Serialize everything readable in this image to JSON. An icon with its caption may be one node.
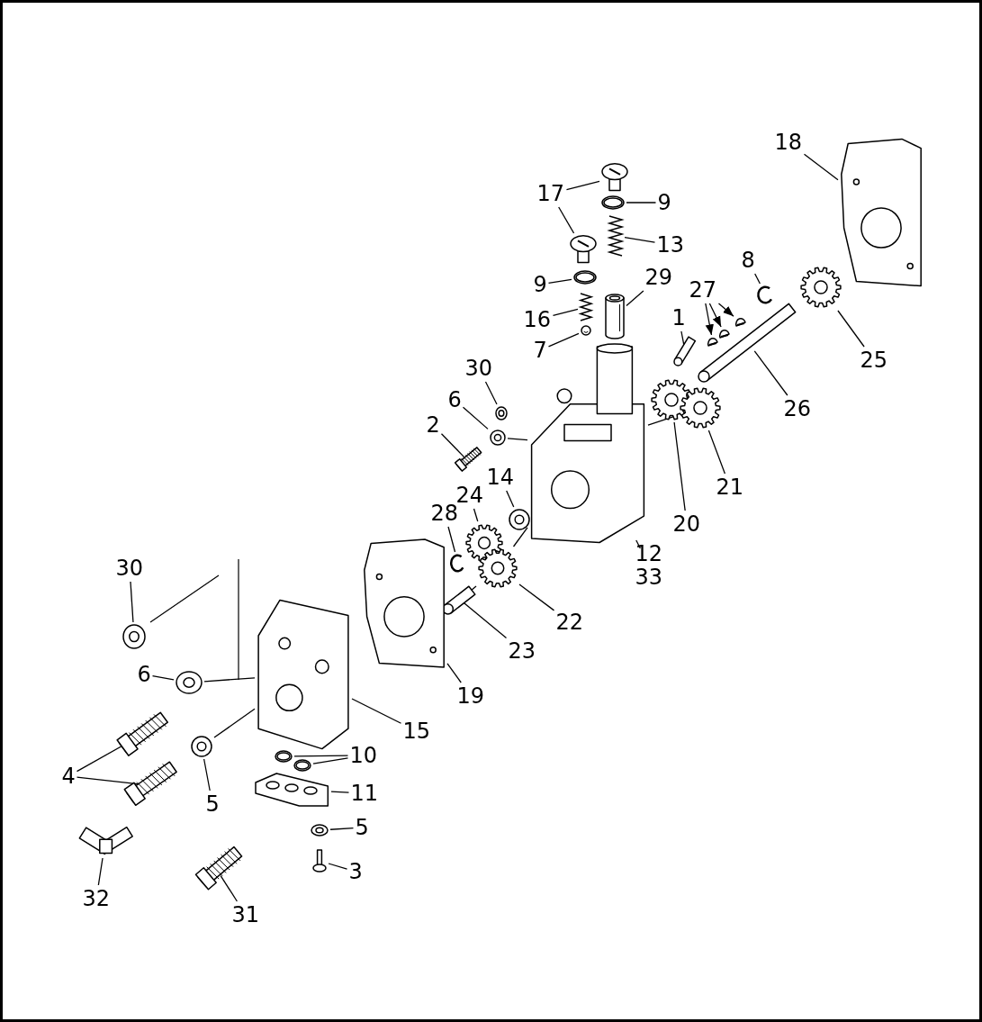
{
  "diagram": {
    "nodes": [
      {
        "text": [
          "18"
        ]
      },
      {
        "text": [],
        "shape": "picture"
      },
      {
        "text": [
          "17"
        ]
      },
      {
        "text": [],
        "shape": "picture"
      },
      {
        "text": [],
        "shape": "picture"
      },
      {
        "text": [
          "9"
        ]
      },
      {
        "text": [],
        "shape": "picture"
      },
      {
        "text": [
          "13"
        ]
      },
      {
        "text": [],
        "shape": "picture"
      },
      {
        "text": [
          "9"
        ]
      },
      {
        "text": [],
        "shape": "picture"
      },
      {
        "text": [
          "29"
        ]
      },
      {
        "text": [],
        "shape": "picture"
      },
      {
        "text": [
          "16"
        ]
      },
      {
        "text": [],
        "shape": "picture"
      },
      {
        "text": [
          "7"
        ]
      },
      {
        "text": [],
        "shape": "picture"
      },
      {
        "text": [
          "8"
        ]
      },
      {
        "text": [],
        "shape": "picture"
      },
      {
        "text": [
          "27"
        ]
      },
      {
        "text": [],
        "shape": "picture"
      },
      {
        "text": [],
        "shape": "picture"
      },
      {
        "text": [],
        "shape": "picture"
      },
      {
        "text": [
          "1"
        ]
      },
      {
        "text": [],
        "shape": "picture"
      },
      {
        "text": [
          "25"
        ]
      },
      {
        "text": [],
        "shape": "picture"
      },
      {
        "text": [
          "26"
        ]
      },
      {
        "text": [],
        "shape": "picture"
      },
      {
        "text": [
          "30"
        ]
      },
      {
        "text": [],
        "shape": "picture"
      },
      {
        "text": [
          "6"
        ]
      },
      {
        "text": [],
        "shape": "picture"
      },
      {
        "text": [
          "2"
        ]
      },
      {
        "text": [],
        "shape": "picture"
      },
      {
        "text": [
          "14"
        ]
      },
      {
        "text": [],
        "shape": "picture"
      },
      {
        "text": [
          "24"
        ]
      },
      {
        "text": [],
        "shape": "picture"
      },
      {
        "text": [
          "28"
        ]
      },
      {
        "text": [],
        "shape": "picture"
      },
      {
        "text": [
          "20"
        ]
      },
      {
        "text": [],
        "shape": "picture"
      },
      {
        "text": [
          "21"
        ]
      },
      {
        "text": [],
        "shape": "picture"
      },
      {
        "text": [
          "12",
          "33"
        ]
      },
      {
        "text": [],
        "shape": "picture"
      },
      {
        "text": [
          "22"
        ]
      },
      {
        "text": [],
        "shape": "picture"
      },
      {
        "text": [
          "23"
        ]
      },
      {
        "text": [],
        "shape": "picture"
      },
      {
        "text": [
          "19"
        ]
      },
      {
        "text": [],
        "shape": "picture"
      },
      {
        "text": [
          "30"
        ]
      },
      {
        "text": [],
        "shape": "picture"
      },
      {
        "text": [
          "6"
        ]
      },
      {
        "text": [],
        "shape": "picture"
      },
      {
        "text": [
          "15"
        ]
      },
      {
        "text": [],
        "shape": "picture"
      },
      {
        "text": [
          "10"
        ]
      },
      {
        "text": [],
        "shape": "picture"
      },
      {
        "text": [],
        "shape": "picture"
      },
      {
        "text": [
          "4"
        ]
      },
      {
        "text": [],
        "shape": "picture"
      },
      {
        "text": [],
        "shape": "picture"
      },
      {
        "text": [
          "5"
        ]
      },
      {
        "text": [],
        "shape": "picture"
      },
      {
        "text": [
          "11"
        ]
      },
      {
        "text": [],
        "shape": "picture"
      },
      {
        "text": [
          "5"
        ]
      },
      {
        "text": [],
        "shape": "picture"
      },
      {
        "text": [
          "3"
        ]
      },
      {
        "text": [],
        "shape": "picture"
      },
      {
        "text": [
          "32"
        ]
      },
      {
        "text": [],
        "shape": "picture"
      },
      {
        "text": [
          "31"
        ]
      },
      {
        "text": [],
        "shape": "picture"
      }
    ],
    "edges": [
      {
        "from": 0,
        "to": 1,
        "arrow": "none"
      },
      {
        "from": 2,
        "to": 3,
        "arrow": "none"
      },
      {
        "from": 2,
        "to": 4,
        "arrow": "none"
      },
      {
        "from": 5,
        "to": 6,
        "arrow": "none"
      },
      {
        "from": 7,
        "to": 8,
        "arrow": "none"
      },
      {
        "from": 9,
        "to": 10,
        "arrow": "none"
      },
      {
        "from": 11,
        "to": 12,
        "arrow": "none"
      },
      {
        "from": 13,
        "to": 14,
        "arrow": "none"
      },
      {
        "from": 15,
        "to": 16,
        "arrow": "none"
      },
      {
        "from": 17,
        "to": 18,
        "arrow": "none"
      },
      {
        "from": 19,
        "to": 20,
        "arrow": "to"
      },
      {
        "from": 19,
        "to": 21,
        "arrow": "to"
      },
      {
        "from": 19,
        "to": 22,
        "arrow": "to"
      },
      {
        "from": 23,
        "to": 24,
        "arrow": "none"
      },
      {
        "from": 25,
        "to": 26,
        "arrow": "none"
      },
      {
        "from": 27,
        "to": 28,
        "arrow": "none"
      },
      {
        "from": 29,
        "to": 30,
        "arrow": "none"
      },
      {
        "from": 31,
        "to": 32,
        "arrow": "none"
      },
      {
        "from": 33,
        "to": 34,
        "arrow": "none"
      },
      {
        "from": 35,
        "to": 36,
        "arrow": "none"
      },
      {
        "from": 37,
        "to": 38,
        "arrow": "none"
      },
      {
        "from": 39,
        "to": 40,
        "arrow": "none"
      },
      {
        "from": 41,
        "to": 42,
        "arrow": "none"
      },
      {
        "from": 43,
        "to": 44,
        "arrow": "none"
      },
      {
        "from": 45,
        "to": 46,
        "arrow": "none"
      },
      {
        "from": 47,
        "to": 48,
        "arrow": "none"
      },
      {
        "from": 49,
        "to": 50,
        "arrow": "none"
      },
      {
        "from": 51,
        "to": 52,
        "arrow": "none"
      },
      {
        "from": 53,
        "to": 54,
        "arrow": "none"
      },
      {
        "from": 55,
        "to": 56,
        "arrow": "none"
      },
      {
        "from": 57,
        "to": 58,
        "arrow": "none"
      },
      {
        "from": 59,
        "to": 60,
        "arrow": "none"
      },
      {
        "from": 59,
        "to": 61,
        "arrow": "none"
      },
      {
        "from": 62,
        "to": 63,
        "arrow": "none"
      },
      {
        "from": 62,
        "to": 64,
        "arrow": "none"
      },
      {
        "from": 65,
        "to": 66,
        "arrow": "none"
      },
      {
        "from": 67,
        "to": 68,
        "arrow": "none"
      },
      {
        "from": 69,
        "to": 70,
        "arrow": "none"
      },
      {
        "from": 71,
        "to": 72,
        "arrow": "none"
      },
      {
        "from": 73,
        "to": 74,
        "arrow": "none"
      },
      {
        "from": 75,
        "to": 76,
        "arrow": "none"
      },
      {
        "from": 32,
        "to": 46,
        "arrow": "none"
      },
      {
        "from": 44,
        "to": 46,
        "arrow": "none"
      },
      {
        "from": 48,
        "to": 46,
        "arrow": "none"
      },
      {
        "from": 50,
        "to": 48,
        "arrow": "none"
      },
      {
        "from": 56,
        "to": 58,
        "arrow": "none"
      },
      {
        "from": 66,
        "to": 58,
        "arrow": "none"
      }
    ]
  }
}
